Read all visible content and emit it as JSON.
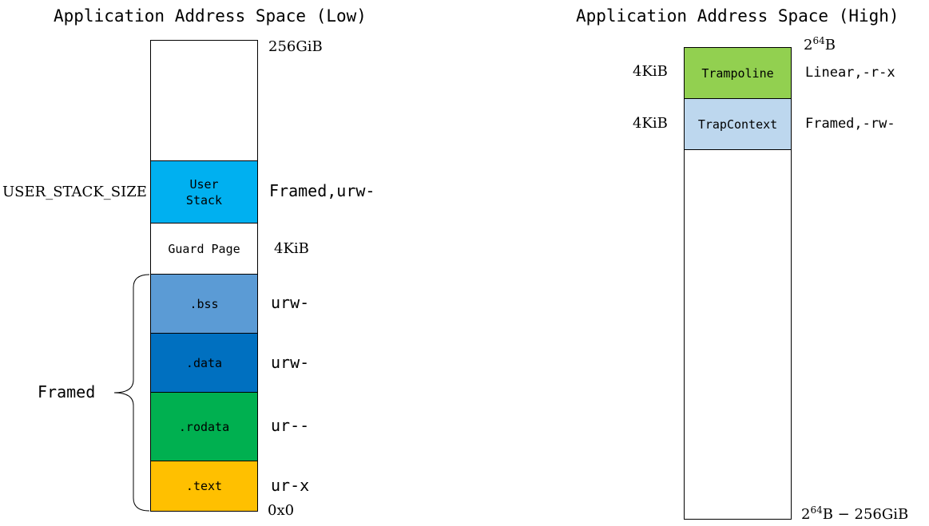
{
  "low": {
    "title": "Application Address Space (Low)",
    "top_label": "256GiB",
    "bottom_label": "0x0",
    "segments": {
      "empty": {
        "label": ""
      },
      "user_stack": {
        "label": "User\nStack",
        "color": "#00B0F0",
        "size_label": "USER_STACK_SIZE",
        "perm": "Framed,urw-"
      },
      "guard_page": {
        "label": "Guard Page",
        "color": "#FFFFFF",
        "size_label": "4KiB"
      },
      "bss": {
        "label": ".bss",
        "color": "#5B9BD5",
        "perm": "urw-"
      },
      "data": {
        "label": ".data",
        "color": "#0070C0",
        "perm": "urw-"
      },
      "rodata": {
        "label": ".rodata",
        "color": "#00B050",
        "perm": "ur--"
      },
      "text": {
        "label": ".text",
        "color": "#FFC000",
        "perm": "ur-x"
      }
    },
    "brace_label": "Framed"
  },
  "high": {
    "title": "Application Address Space (High)",
    "top_label": {
      "base": "2",
      "exp": "64",
      "unit": "B"
    },
    "bottom_label": {
      "base": "2",
      "exp": "64",
      "suffix": "B − 256GiB"
    },
    "segments": {
      "trampoline": {
        "label": "Trampoline",
        "color": "#92D050",
        "size_label": "4KiB",
        "perm": "Linear,-r-x"
      },
      "trap_context": {
        "label": "TrapContext",
        "color": "#BDD7EE",
        "size_label": "4KiB",
        "perm": "Framed,-rw-"
      },
      "empty": {
        "label": ""
      }
    }
  }
}
